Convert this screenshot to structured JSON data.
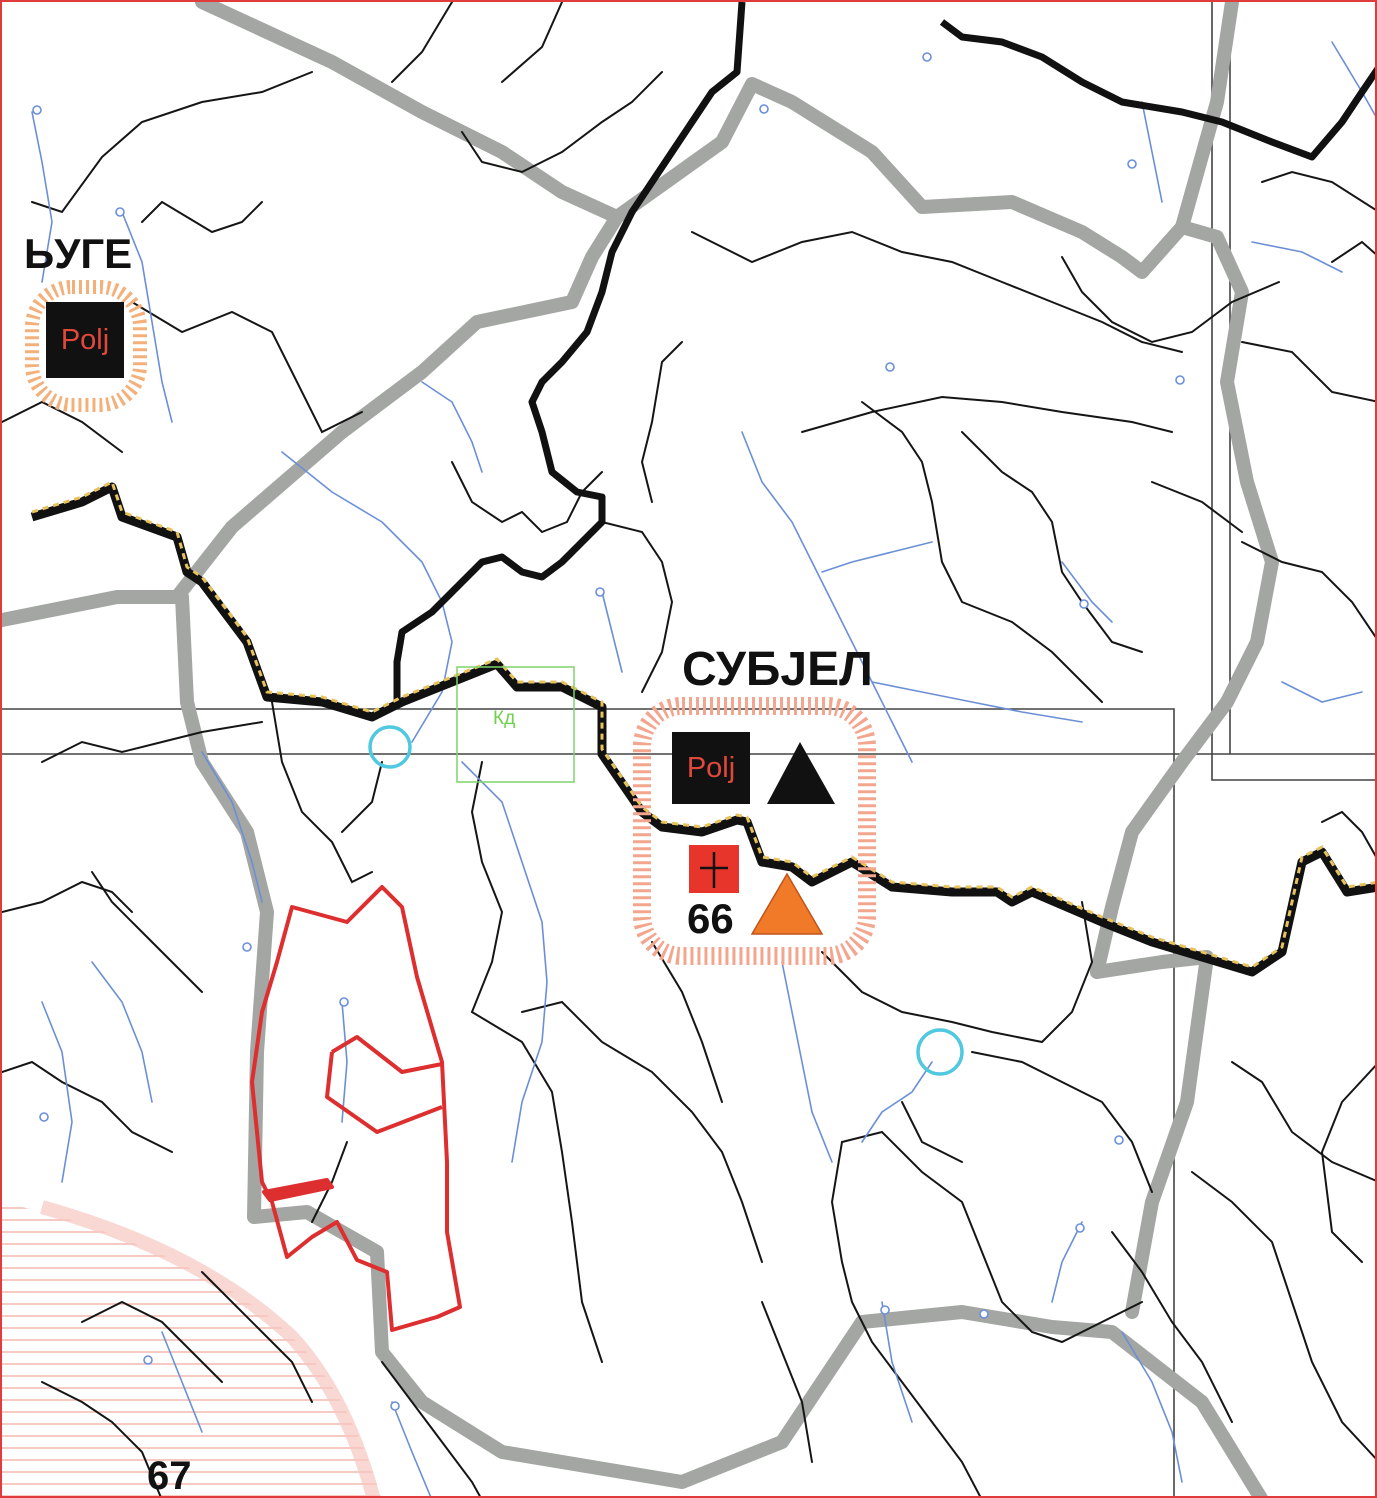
{
  "places": {
    "left_partial": "ЬУГЕ",
    "center": "СУБЈЕЛ"
  },
  "poi": {
    "left_label": "Polj",
    "center_label": "Polj",
    "green_box_label": "Кд"
  },
  "numbers": {
    "center_marker": "66",
    "bottom_left": "67"
  },
  "icons": {
    "church": "cross-icon",
    "peak": "triangle-icon",
    "spring": "circle-icon"
  },
  "colors": {
    "frame": "#e03c3c",
    "main_road": "#111111",
    "border_dash": "#e8c35c",
    "region_line": "#a3a6a3",
    "stream": "#6b8fd6",
    "parcel": "#dd2f2f",
    "spring_ring": "#4fc8e0",
    "triangle_orange": "#f07a28",
    "halo": "#f4a58e"
  }
}
